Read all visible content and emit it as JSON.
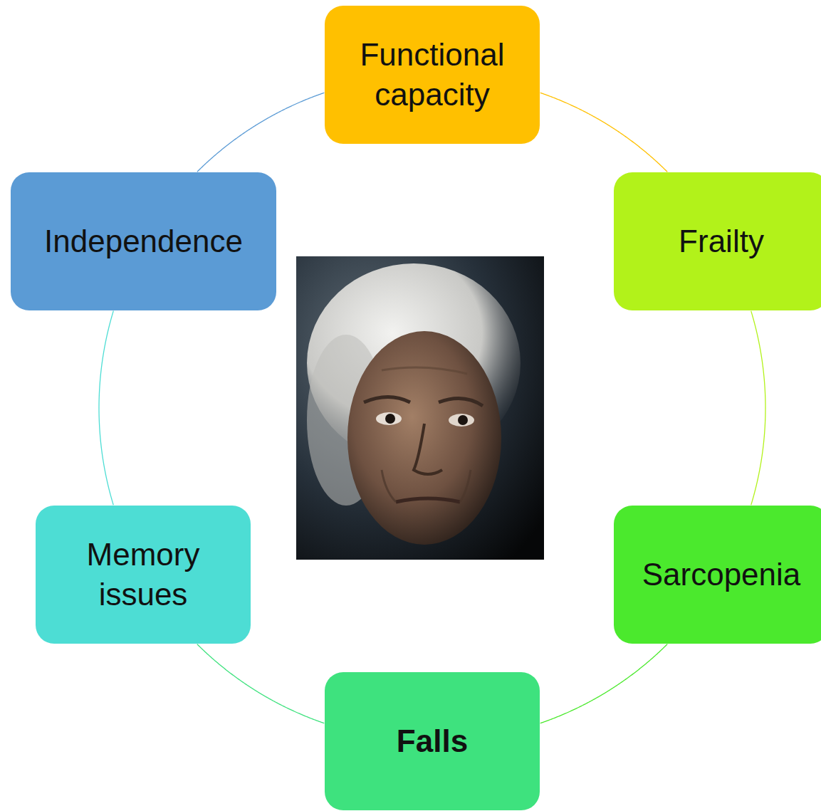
{
  "diagram": {
    "nodes": [
      {
        "text": [
          "Functional capacity"
        ]
      },
      {
        "text": [
          "Frailty"
        ]
      },
      {
        "text": [
          "Sarcopenia"
        ]
      },
      {
        "text": [
          "Falls"
        ]
      },
      {
        "text": [
          "Memory issues"
        ]
      },
      {
        "text": [
          "Independence"
        ]
      }
    ],
    "edges": [
      {
        "from": 0,
        "to": 1,
        "arrow": "none"
      },
      {
        "from": 1,
        "to": 2,
        "arrow": "none"
      },
      {
        "from": 2,
        "to": 3,
        "arrow": "none"
      },
      {
        "from": 3,
        "to": 4,
        "arrow": "none"
      },
      {
        "from": 4,
        "to": 5,
        "arrow": "none"
      },
      {
        "from": 5,
        "to": 0,
        "arrow": "none"
      }
    ]
  }
}
